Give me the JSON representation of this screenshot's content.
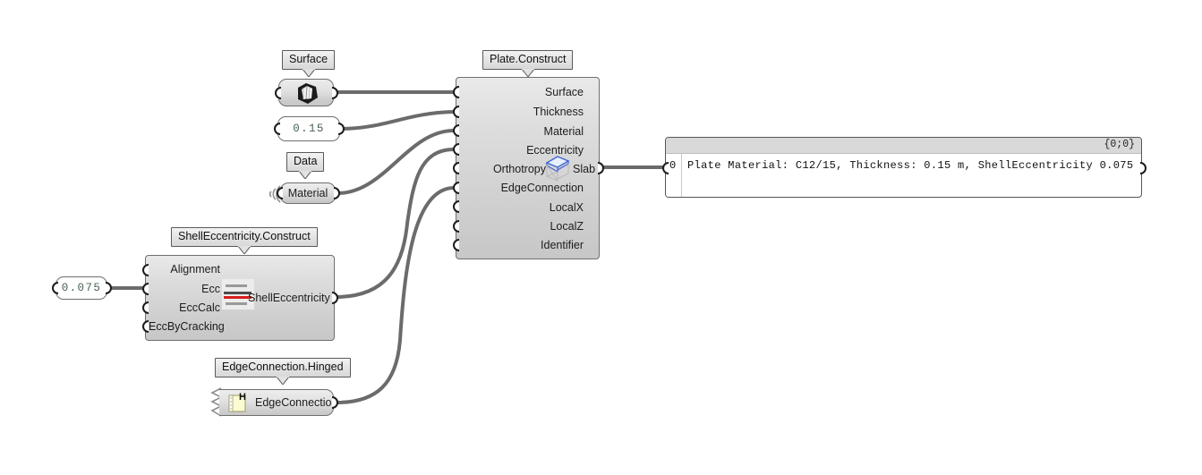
{
  "app": {
    "environment": "Grasshopper node canvas",
    "background": "#ffffff",
    "wire_color": "#6b6b6b",
    "accent_blue": "#3f63d8",
    "accent_red": "#d81d1d",
    "note_yellow": "#fbfbd2"
  },
  "balloons": {
    "surface": "Surface",
    "data": "Data",
    "plate_construct": "Plate.Construct",
    "shell_ecc_construct": "ShellEccentricity.Construct",
    "edge_connection_hinged": "EdgeConnection.Hinged"
  },
  "params": {
    "surface_param": {
      "label": "",
      "icon": "surface-geometry-icon"
    },
    "thickness_number": {
      "value": "0.15",
      "icon": "number-panel-icon"
    },
    "material_param": {
      "label": "Material",
      "icon": "data-receiver-icon"
    },
    "eccentricity_number": {
      "value": "0.075",
      "icon": "number-panel-icon"
    },
    "edge_connection_node": {
      "label": "EdgeConnection",
      "icon": "hinged-note-icon",
      "badge": "H"
    }
  },
  "plate_construct": {
    "title": "Plate.Construct",
    "inputs": [
      "Surface",
      "Thickness",
      "Material",
      "Eccentricity",
      "Orthotropy",
      "EdgeConnection",
      "LocalX",
      "LocalZ",
      "Identifier"
    ],
    "output": "Slab",
    "output_icon": "slab-box-icon"
  },
  "shell_eccentricity_construct": {
    "title": "ShellEccentricity.Construct",
    "inputs": [
      "Alignment",
      "Ecc",
      "EccCalc",
      "EccByCracking"
    ],
    "output": "ShellEccentricity",
    "output_icon": "eccentricity-layers-icon"
  },
  "panel": {
    "path": "{0;0}",
    "rows": [
      {
        "index": "0",
        "text": "Plate Material: C12/15, Thickness: 0.15 m, ShellEccentricity 0.075 m"
      }
    ]
  }
}
